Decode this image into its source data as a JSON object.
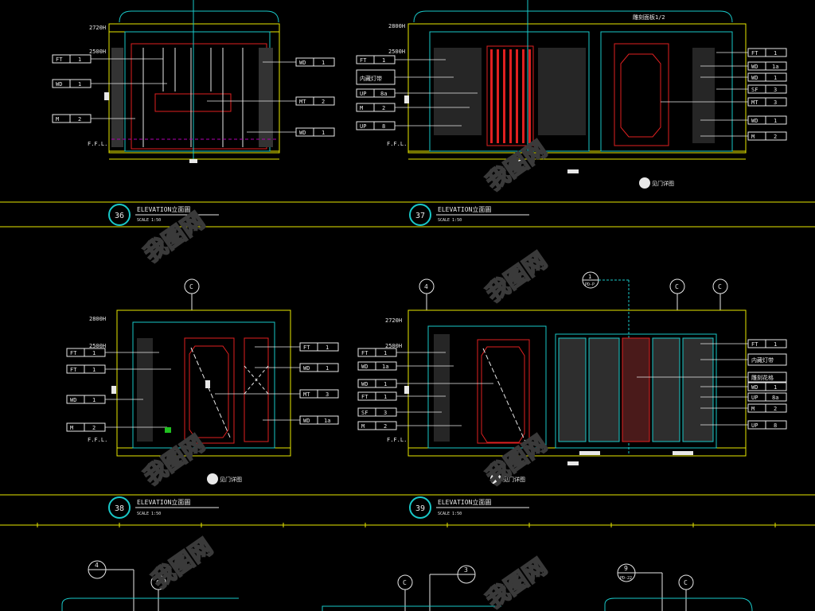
{
  "drawings": [
    {
      "number": "36",
      "title": "ELEVATION立面圖",
      "scale": "SCALE  1:50",
      "heights": [
        "2720H",
        "2500H"
      ],
      "ffl": "F.F.L.",
      "tags_left": [
        [
          "FT",
          "1"
        ],
        [
          "WD",
          "1"
        ],
        [
          "M",
          "2"
        ]
      ],
      "tags_right": [
        [
          "WD",
          "1"
        ],
        [
          "MT",
          "2"
        ],
        [
          "WD",
          "1"
        ]
      ]
    },
    {
      "number": "37",
      "title": "ELEVATION立面圖",
      "scale": "SCALE  1:50",
      "heights": [
        "2800H",
        "2500H"
      ],
      "ffl": "F.F.L.",
      "top_text": "雕刻面板1/2",
      "door_note": "见门详图",
      "tags_left": [
        [
          "FT",
          "1"
        ],
        [
          "内藏灯带",
          ""
        ],
        [
          "UP",
          "8a"
        ],
        [
          "M",
          "2"
        ],
        [
          "UP",
          "8"
        ]
      ],
      "tags_right": [
        [
          "FT",
          "1"
        ],
        [
          "WD",
          "1a"
        ],
        [
          "WD",
          "1"
        ],
        [
          "SF",
          "3"
        ],
        [
          "MT",
          "3"
        ],
        [
          "WD",
          "1"
        ],
        [
          "M",
          "2"
        ]
      ]
    },
    {
      "number": "38",
      "title": "ELEVATION立面圖",
      "scale": "SCALE  1:50",
      "heights": [
        "2800H",
        "2500H"
      ],
      "ffl": "F.F.L.",
      "grid": "C",
      "door_note": "见门详图",
      "tags_left": [
        [
          "FT",
          "1"
        ],
        [
          "FT",
          "1"
        ],
        [
          "WD",
          "1"
        ],
        [
          "M",
          "2"
        ]
      ],
      "tags_right": [
        [
          "FT",
          "1"
        ],
        [
          "WD",
          "1"
        ],
        [
          "MT",
          "3"
        ],
        [
          "WD",
          "1a"
        ]
      ]
    },
    {
      "number": "39",
      "title": "ELEVATION立面圖",
      "scale": "SCALE  1:50",
      "heights": [
        "2720H",
        "2500H"
      ],
      "ffl": "F.F.L.",
      "grids": [
        "4",
        "C",
        "C"
      ],
      "section_mark": {
        "num": "1",
        "ref": "PD-P"
      },
      "door_note": "见门详图",
      "tags_left": [
        [
          "FT",
          "1"
        ],
        [
          "WD",
          "1a"
        ],
        [
          "WD",
          "1"
        ],
        [
          "FT",
          "1"
        ],
        [
          "SF",
          "3"
        ],
        [
          "M",
          "2"
        ]
      ],
      "tags_right": [
        [
          "FT",
          "1"
        ],
        [
          "内藏灯带",
          ""
        ],
        [
          "雕刻花格",
          ""
        ],
        [
          "WD",
          "1"
        ],
        [
          "UP",
          "8a"
        ],
        [
          "M",
          "2"
        ],
        [
          "UP",
          "8"
        ]
      ]
    }
  ],
  "bottom_markers": [
    {
      "num": "4",
      "grid": "C"
    },
    {
      "num": "3",
      "grid": "C"
    },
    {
      "num": "9",
      "ref": "PD-22",
      "grid": "C"
    }
  ],
  "watermark": "我图网"
}
